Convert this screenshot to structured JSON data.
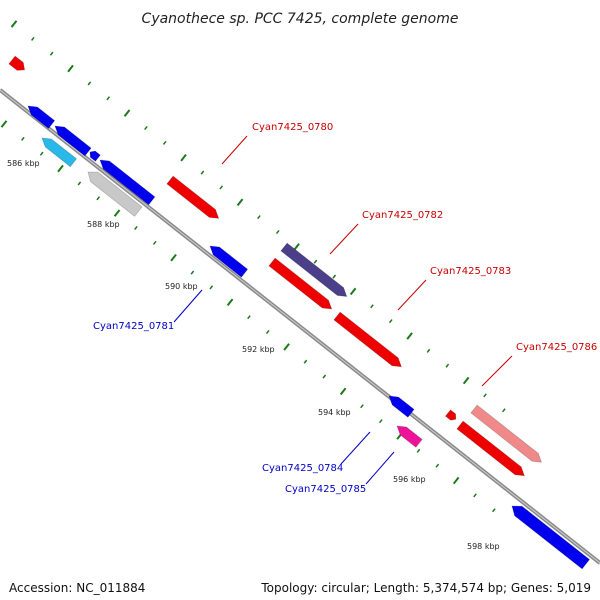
{
  "title": "Cyanothece sp. PCC 7425, complete genome",
  "accession_text": "Accession: NC_011884",
  "summary_text": "Topology: circular; Length: 5,374,574 bp; Genes: 5,019",
  "colors": {
    "backbone": "#8a8a8a",
    "ticks": "#1a7a1a",
    "label_forward": "#c80000",
    "label_reverse": "#0000c8"
  },
  "kbp_labels": [
    "586 kbp",
    "588 kbp",
    "590 kbp",
    "592 kbp",
    "594 kbp",
    "596 kbp",
    "598 kbp"
  ],
  "gene_labels": [
    {
      "text": "Cyan7425_0780",
      "strand": "forward"
    },
    {
      "text": "Cyan7425_0782",
      "strand": "forward"
    },
    {
      "text": "Cyan7425_0783",
      "strand": "forward"
    },
    {
      "text": "Cyan7425_0786",
      "strand": "forward"
    },
    {
      "text": "Cyan7425_0781",
      "strand": "reverse"
    },
    {
      "text": "Cyan7425_0784",
      "strand": "reverse"
    },
    {
      "text": "Cyan7425_0785",
      "strand": "reverse"
    }
  ],
  "genes": [
    {
      "track": "forward",
      "color": "#ee0000"
    },
    {
      "track": "forward",
      "color": "#ee0000"
    },
    {
      "track": "forward",
      "color": "#ee0000"
    },
    {
      "track": "forward",
      "color": "#ee0000"
    },
    {
      "track": "forward",
      "color": "#ee0000"
    },
    {
      "track": "forward",
      "color": "#ee0000"
    },
    {
      "track": "forward-outer",
      "color": "#4b3f8a"
    },
    {
      "track": "forward-outer",
      "color": "#f08a8a"
    },
    {
      "track": "reverse",
      "color": "#0000ee"
    },
    {
      "track": "reverse",
      "color": "#0000ee"
    },
    {
      "track": "reverse",
      "color": "#0000ee"
    },
    {
      "track": "reverse",
      "color": "#0000ee"
    },
    {
      "track": "reverse",
      "color": "#0000ee"
    },
    {
      "track": "reverse",
      "color": "#0000ee"
    },
    {
      "track": "reverse",
      "color": "#0000ee"
    },
    {
      "track": "reverse-outer",
      "color": "#29b9e8"
    },
    {
      "track": "reverse-outer",
      "color": "#c8c8c8"
    },
    {
      "track": "reverse-outer",
      "color": "#ee1199"
    }
  ]
}
